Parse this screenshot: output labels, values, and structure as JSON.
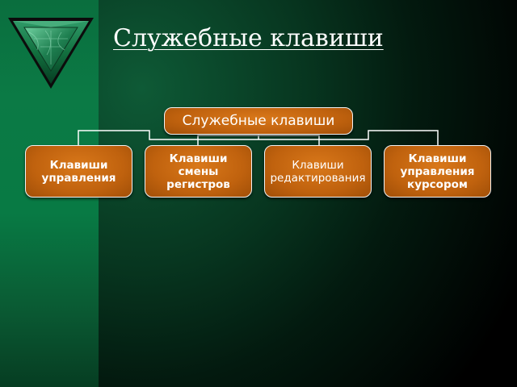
{
  "slide": {
    "title": "Служебные клавиши",
    "logo_icon": "green-gem-triangle"
  },
  "diagram": {
    "root": {
      "label": "Служебные клавиши"
    },
    "children": [
      {
        "lines": [
          "Клавиши",
          "управления"
        ]
      },
      {
        "lines": [
          "Клавиши",
          "смены",
          "регистров"
        ]
      },
      {
        "lines": [
          "Клавиши",
          "редактирования"
        ]
      },
      {
        "lines": [
          "Клавиши",
          "управления",
          "курсором"
        ]
      }
    ]
  },
  "colors": {
    "node_fill": "#c0620e",
    "node_border": "#f2f2f2",
    "connector": "#ffffff",
    "accent_band": "#0b7a45"
  }
}
